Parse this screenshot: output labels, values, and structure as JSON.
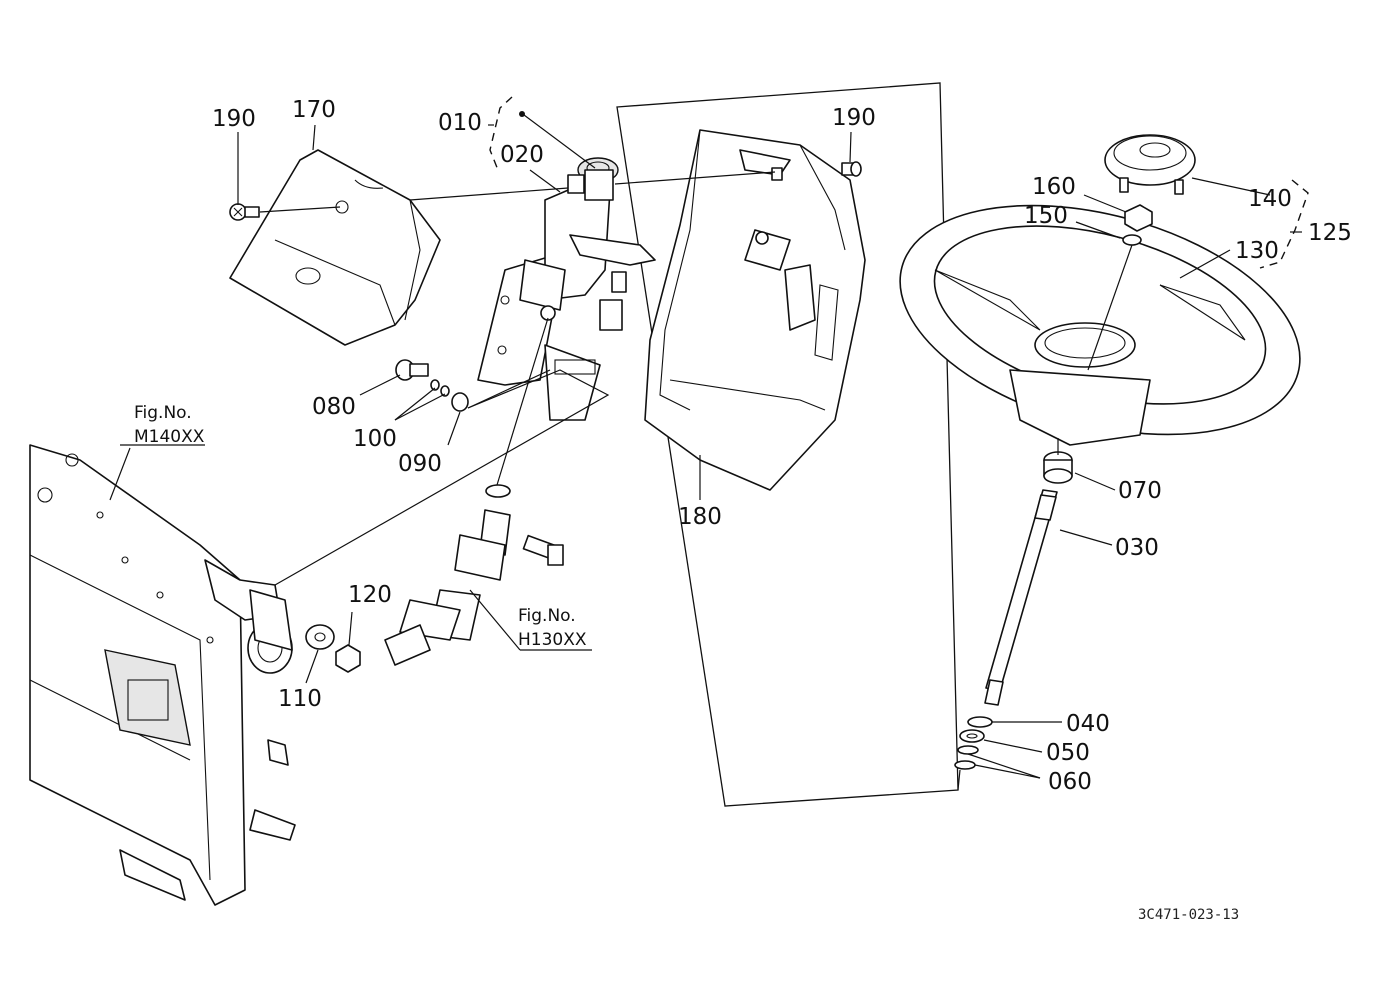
{
  "part_labels": {
    "p010": "010",
    "p020": "020",
    "p030": "030",
    "p040": "040",
    "p050": "050",
    "p060": "060",
    "p070": "070",
    "p080": "080",
    "p090": "090",
    "p100": "100",
    "p110": "110",
    "p120": "120",
    "p125": "125",
    "p130": "130",
    "p140": "140",
    "p150": "150",
    "p160": "160",
    "p170": "170",
    "p180": "180",
    "p190a": "190",
    "p190b": "190"
  },
  "figure_refs": {
    "ref1_title": "Fig.No.",
    "ref1_code": "M140XX",
    "ref2_title": "Fig.No.",
    "ref2_code": "H130XX"
  },
  "drawing_code": "3C471-023-13"
}
